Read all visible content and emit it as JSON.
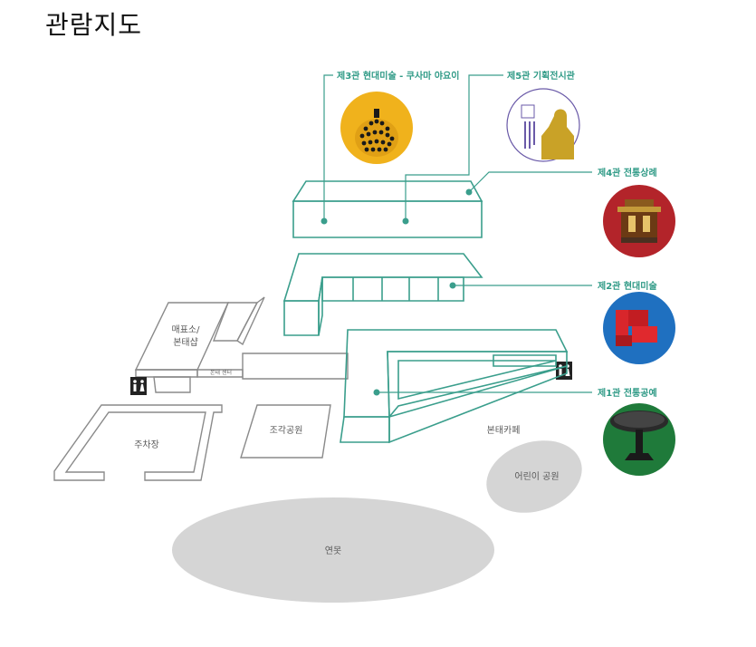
{
  "title": "관람지도",
  "colors": {
    "teal": "#3a9e8c",
    "label_teal": "#2f9a86",
    "building_outline": "#8a8a8a",
    "pond_fill": "#d5d5d5"
  },
  "halls": [
    {
      "id": "hall3",
      "label": "제3관 현대미술 - 쿠사마 야요이",
      "thumbnail": "pumpkin"
    },
    {
      "id": "hall5",
      "label": "제5관 기획전시관",
      "thumbnail": "poster"
    },
    {
      "id": "hall4",
      "label": "제4관 전통상례",
      "thumbnail": "shrine"
    },
    {
      "id": "hall2",
      "label": "제2관 현대미술",
      "thumbnail": "love-sculpture"
    },
    {
      "id": "hall1",
      "label": "제1관 전통공예",
      "thumbnail": "table"
    }
  ],
  "places": {
    "ticket_shop": [
      "매표소/",
      "본태샵"
    ],
    "bonte_center": "본태 센터",
    "parking": "주차장",
    "sculpture_park": "조각공원",
    "cafe": "본태카페",
    "kids_park": "어린이 공원",
    "pond": "연못"
  },
  "icons": [
    "restroom-icon",
    "restroom-icon"
  ]
}
